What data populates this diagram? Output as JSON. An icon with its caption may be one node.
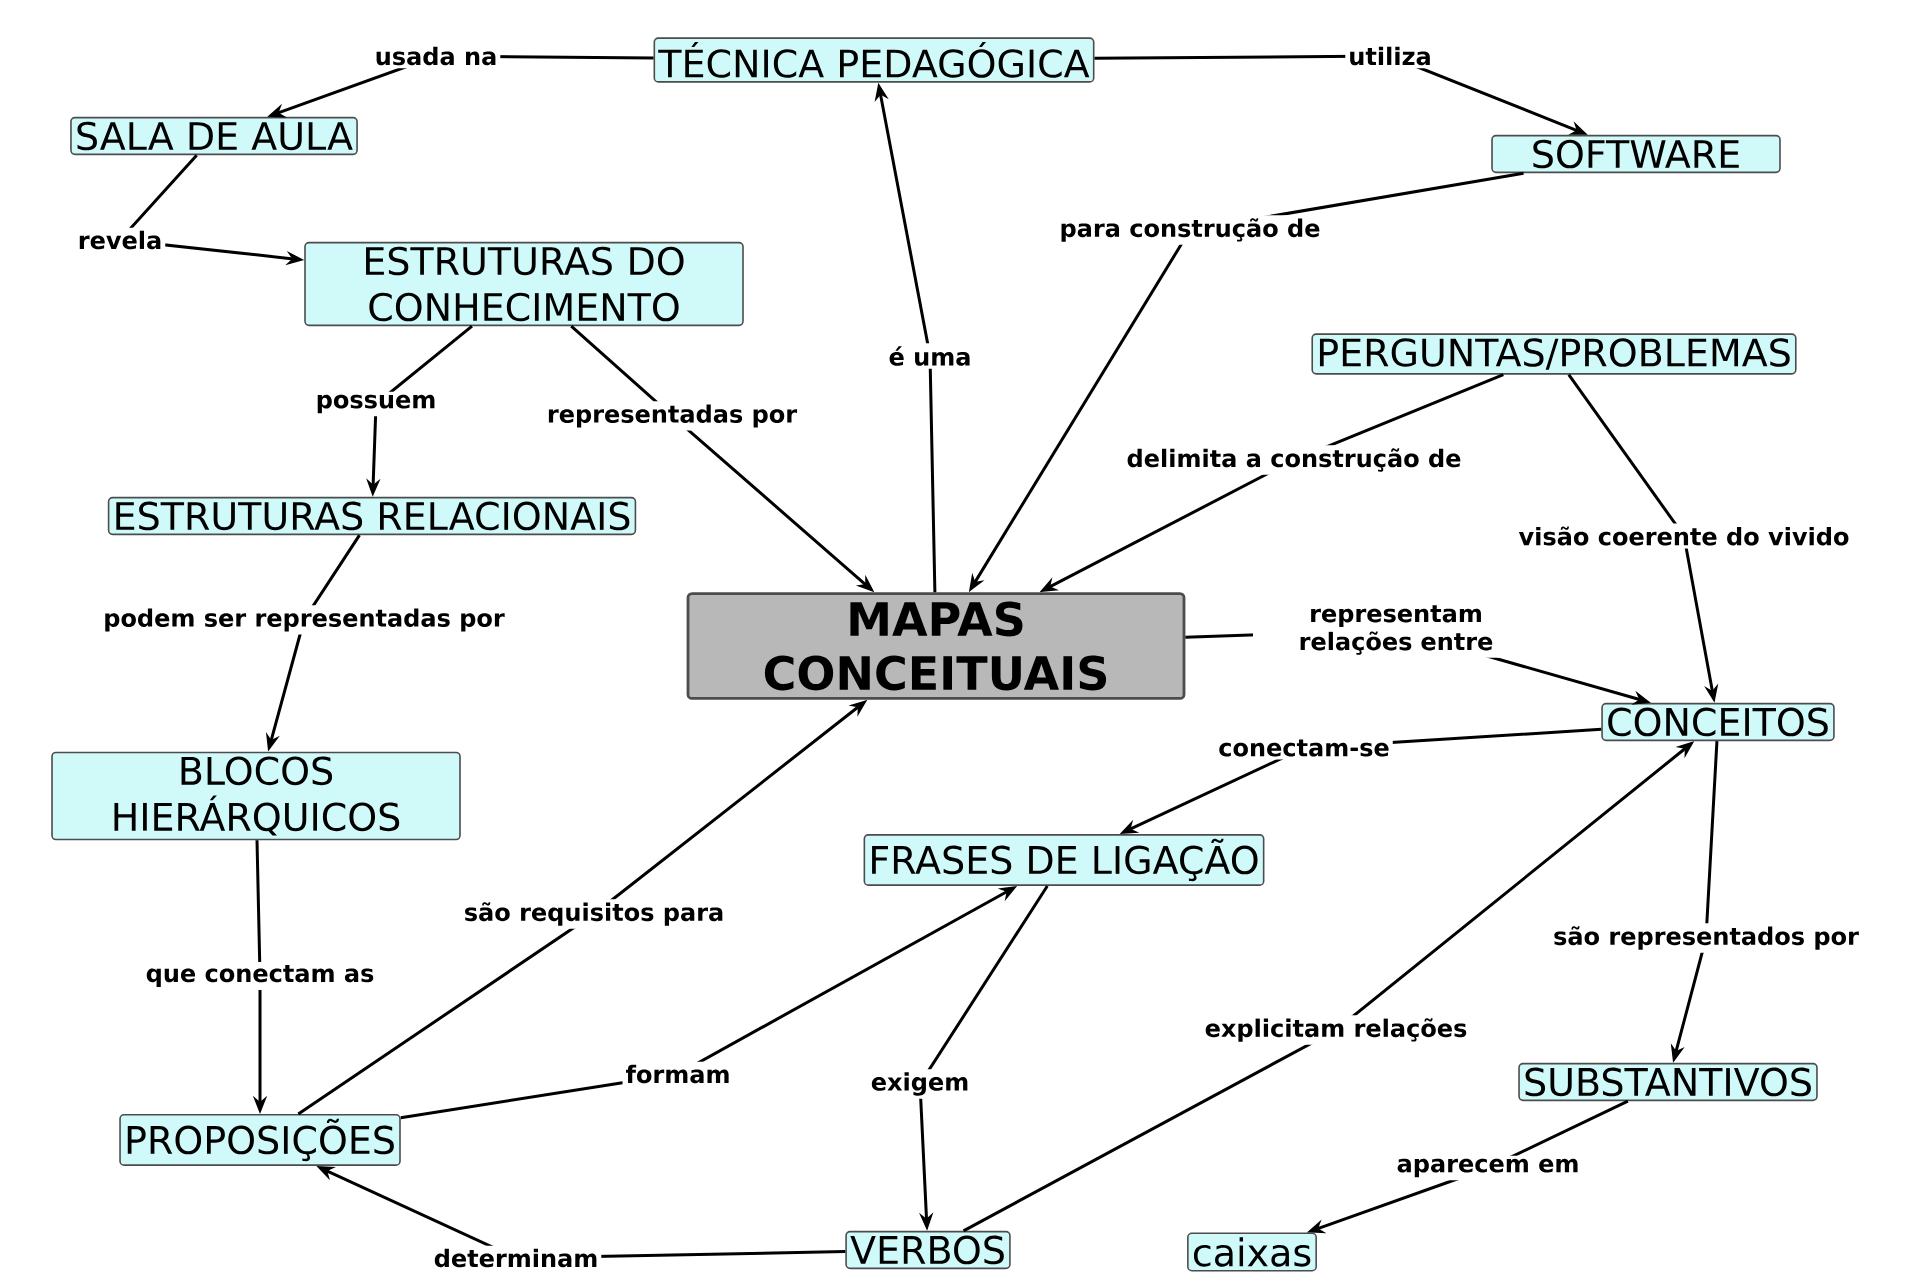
{
  "diagram": {
    "nodes": [
      {
        "text": [
          "TÉCNICA PEDAGÓGICA"
        ]
      },
      {
        "text": [
          "SALA DE AULA"
        ]
      },
      {
        "text": [
          "SOFTWARE"
        ]
      },
      {
        "text": [
          "ESTRUTURAS DO CONHECIMENTO"
        ]
      },
      {
        "text": [
          "PERGUNTAS/PROBLEMAS"
        ]
      },
      {
        "text": [
          "ESTRUTURAS RELACIONAIS"
        ]
      },
      {
        "text": [
          "MAPAS CONCEITUAIS"
        ]
      },
      {
        "text": [
          "CONCEITOS"
        ]
      },
      {
        "text": [
          "BLOCOS HIERÁRQUICOS"
        ]
      },
      {
        "text": [
          "FRASES DE LIGAÇÃO"
        ]
      },
      {
        "text": [
          "PROPOSIÇÕES"
        ]
      },
      {
        "text": [
          "SUBSTANTIVOS"
        ]
      },
      {
        "text": [
          "VERBOS"
        ]
      },
      {
        "text": [
          "caixas"
        ]
      }
    ],
    "edges": [
      {
        "from": 0,
        "to": 1,
        "arrow": "to",
        "label": "usada na"
      },
      {
        "from": 0,
        "to": 2,
        "arrow": "to",
        "label": "utiliza"
      },
      {
        "from": 1,
        "to": 3,
        "arrow": "to",
        "label": "revela"
      },
      {
        "from": 6,
        "to": 0,
        "arrow": "to",
        "label": "é uma"
      },
      {
        "from": 2,
        "to": 6,
        "arrow": "to",
        "label": "para construção de"
      },
      {
        "from": 3,
        "to": 5,
        "arrow": "to",
        "label": "possuem"
      },
      {
        "from": 3,
        "to": 6,
        "arrow": "to",
        "label": "representadas por"
      },
      {
        "from": 4,
        "to": 6,
        "arrow": "to",
        "label": "delimita a construção de"
      },
      {
        "from": 4,
        "to": 7,
        "arrow": "to",
        "label": "visão coerente do vivido"
      },
      {
        "from": 5,
        "to": 8,
        "arrow": "to",
        "label": "podem ser representadas por"
      },
      {
        "from": 6,
        "to": 7,
        "arrow": "to",
        "label": "representam relações entre"
      },
      {
        "from": 7,
        "to": 9,
        "arrow": "to",
        "label": "conectam-se"
      },
      {
        "from": 7,
        "to": 11,
        "arrow": "to",
        "label": "são representados por"
      },
      {
        "from": 8,
        "to": 10,
        "arrow": "to",
        "label": "que conectam as"
      },
      {
        "from": 10,
        "to": 6,
        "arrow": "to",
        "label": "são requisitos para"
      },
      {
        "from": 10,
        "to": 9,
        "arrow": "to",
        "label": "formam"
      },
      {
        "from": 9,
        "to": 12,
        "arrow": "to",
        "label": "exigem"
      },
      {
        "from": 12,
        "to": 7,
        "arrow": "to",
        "label": "explicitam relações"
      },
      {
        "from": 12,
        "to": 10,
        "arrow": "to",
        "label": "determinam"
      },
      {
        "from": 11,
        "to": 13,
        "arrow": "to",
        "label": "aparecem em"
      }
    ]
  }
}
